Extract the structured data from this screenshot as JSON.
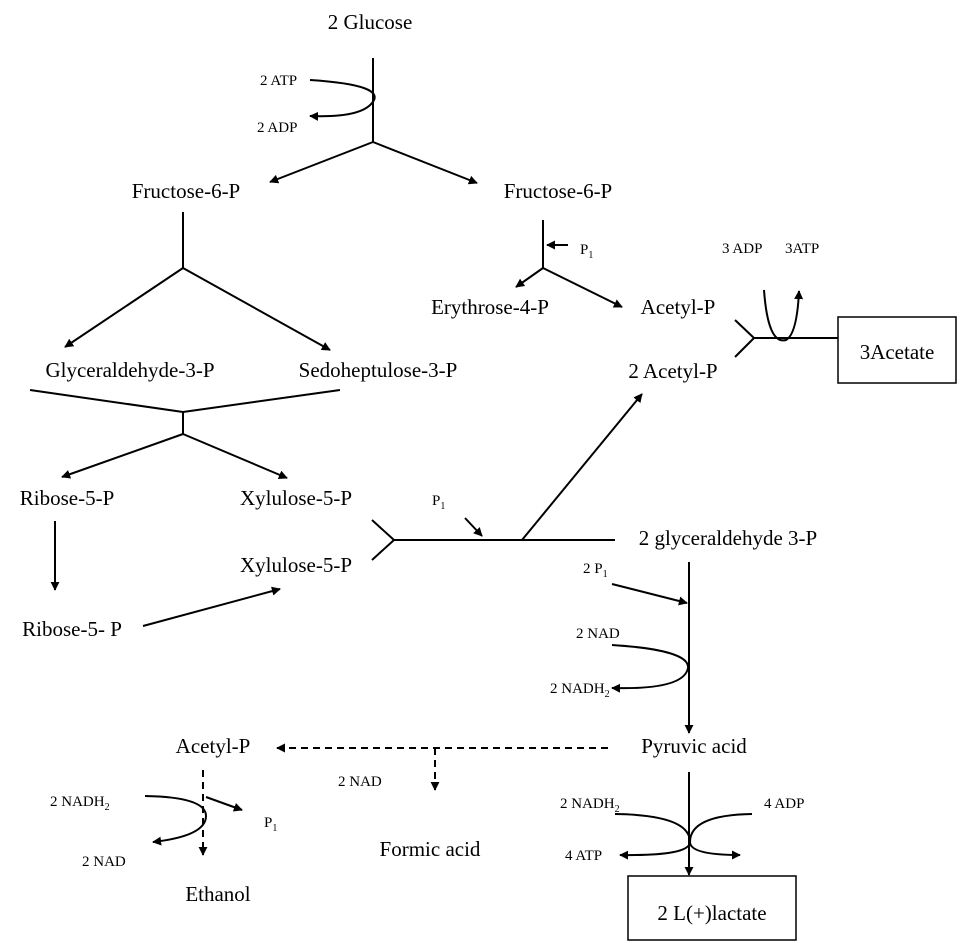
{
  "compounds": {
    "glucose": "2 Glucose",
    "fructose_left": "Fructose-6-P",
    "fructose_right": "Fructose-6-P",
    "erythrose": "Erythrose-4-P",
    "acetyl_p_top": "Acetyl-P",
    "two_acetyl_p": "2 Acetyl-P",
    "acetate": "3Acetate",
    "glyceraldehyde": "Glyceraldehyde-3-P",
    "sedoheptulose": "Sedoheptulose-3-P",
    "ribose_1": "Ribose-5-P",
    "xylulose_1": "Xylulose-5-P",
    "xylulose_2": "Xylulose-5-P",
    "ribose_2": "Ribose-5- P",
    "glyceraldehyde_2": "2 glyceraldehyde 3-P",
    "pyruvic": "Pyruvic acid",
    "acetyl_p_bottom": "Acetyl-P",
    "formic": "Formic acid",
    "ethanol": "Ethanol",
    "lactate": "2 L(+)lactate"
  },
  "cofactors": {
    "atp_2": "2 ATP",
    "adp_2": "2 ADP",
    "p1_top": {
      "main": "P",
      "sub": "1"
    },
    "adp_3": "3 ADP",
    "atp_3": "3ATP",
    "p1_mid": {
      "main": "P",
      "sub": "1"
    },
    "p1_2": {
      "main": "2 P",
      "sub": "1"
    },
    "nad_2a": "2 NAD",
    "nadh2_2a": {
      "main": "2 NADH",
      "sub": "2"
    },
    "nad_2b": "2 NAD",
    "nadh2_2b": {
      "main": "2 NADH",
      "sub": "2"
    },
    "p1_bottom": {
      "main": "P",
      "sub": "1"
    },
    "nad_2c": "2 NAD",
    "nadh2_2c": {
      "main": "2 NADH",
      "sub": "2"
    },
    "adp_4": "4 ADP",
    "atp_4": "4 ATP"
  }
}
